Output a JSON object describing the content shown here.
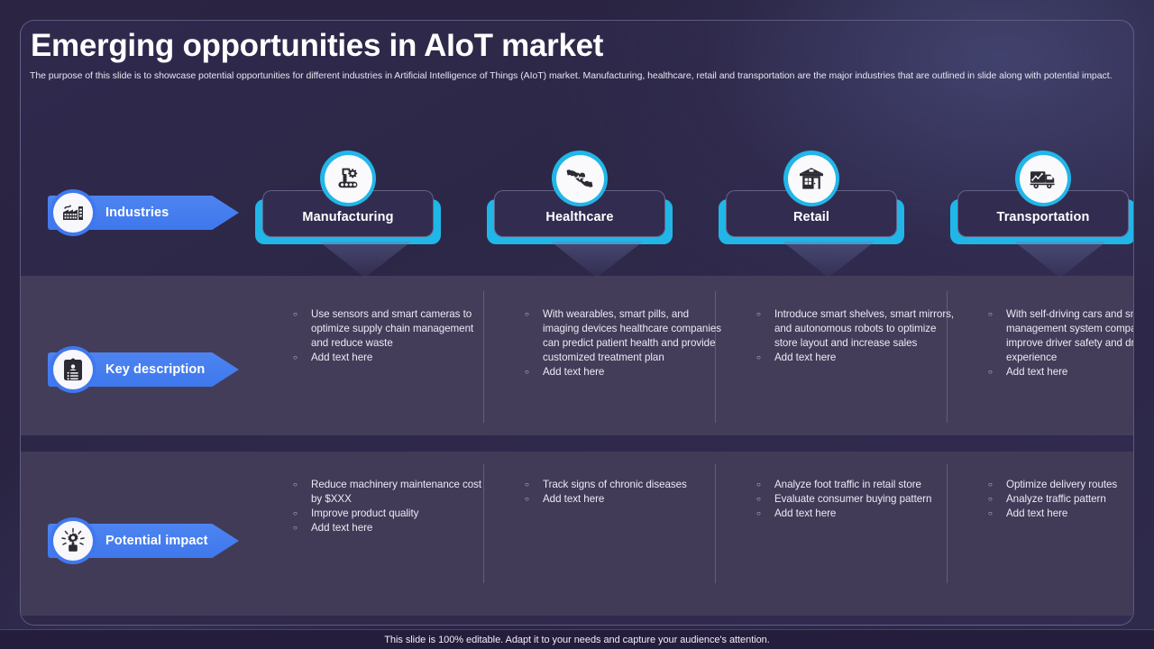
{
  "header": {
    "title": "Emerging opportunities in AIoT market",
    "subtitle": "The purpose of this slide is to showcase potential opportunities for different industries in Artificial Intelligence of Things (AIoT) market. Manufacturing, healthcare, retail and transportation are the major industries that are outlined in slide along with potential impact."
  },
  "rows": [
    {
      "label": "Industries",
      "icon": "factory-icon"
    },
    {
      "label": "Key description",
      "icon": "clipboard-list-icon"
    },
    {
      "label": "Potential impact",
      "icon": "impact-gear-icon"
    }
  ],
  "columns": [
    {
      "title": "Manufacturing",
      "icon": "robot-arm-icon",
      "description": [
        "Use sensors and smart cameras to optimize supply chain management and reduce waste",
        "Add text here"
      ],
      "impact": [
        "Reduce machinery maintenance cost  by $XXX",
        "Improve  product quality",
        "Add text here"
      ]
    },
    {
      "title": "Healthcare",
      "icon": "hands-heart-icon",
      "description": [
        "With wearables,  smart pills, and imaging devices  healthcare companies can predict patient health and provide  customized treatment plan",
        "Add text here"
      ],
      "impact": [
        "Track signs of chronic diseases",
        "Add text here"
      ]
    },
    {
      "title": "Retail",
      "icon": "storefront-icon",
      "description": [
        "Introduce  smart shelves, smart mirrors, and autonomous robots to optimize store layout and increase sales",
        "Add text here"
      ],
      "impact": [
        "Analyze foot traffic  in retail store",
        "Evaluate  consumer buying pattern",
        "Add text here"
      ]
    },
    {
      "title": "Transportation",
      "icon": "delivery-truck-chart-icon",
      "description": [
        "With self-driving  cars and smart traffic management  system companies can improve driver  safety and driving experience",
        "Add text here"
      ],
      "impact": [
        "Optimize delivery  routes",
        "Analyze traffic  pattern",
        "Add text here"
      ]
    }
  ],
  "footer": {
    "note": "This slide is 100% editable. Adapt it to your needs and capture your audience's attention."
  },
  "colors": {
    "accent_cyan": "#21b6e8",
    "accent_blue": "#3f78ee",
    "band": "#433d59",
    "slide_bg": "#2d2747"
  }
}
